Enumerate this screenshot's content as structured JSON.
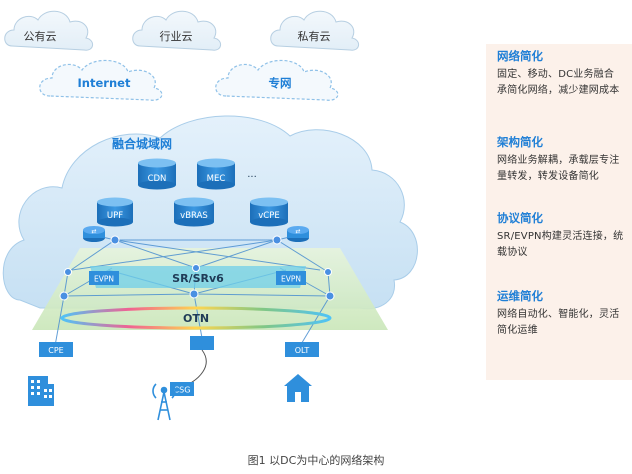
{
  "clouds_top": {
    "public": "公有云",
    "industry": "行业云",
    "private": "私有云"
  },
  "clouds_mid": {
    "internet": "Internet",
    "dedicated": "专网"
  },
  "main_cloud": {
    "title": "融合城域网",
    "nodes": {
      "cdn": "CDN",
      "mec": "MEC",
      "more": "···",
      "upf": "UPF",
      "vbras": "vBRAS",
      "vcpe": "vCPE",
      "evpn_left": "EVPN",
      "evpn_right": "EVPN",
      "sr": "SR/SRv6",
      "otn": "OTN"
    }
  },
  "access": {
    "cpe": "CPE",
    "csg": "CSG",
    "olt": "OLT"
  },
  "panels": [
    {
      "title": "网络简化",
      "body": "固定、移动、DC业务融合承简化网络，减少建网成本"
    },
    {
      "title": "架构简化",
      "body": "网络业务解耦，承载层专注量转发，转发设备简化"
    },
    {
      "title": "协议简化",
      "body": "SR/EVPN构建灵活连接，统载协议"
    },
    {
      "title": "运维简化",
      "body": "网络自动化、智能化，灵活简化运维"
    }
  ],
  "caption": "图1  以DC为中心的网络架构",
  "colors": {
    "accent_blue": "#1f7fd6",
    "cloud_fill": "#d6eaf8",
    "panel_bg": "#fcf1ea",
    "node_blue": "#2f8fdc",
    "sr_band": "#6fcfe9"
  }
}
